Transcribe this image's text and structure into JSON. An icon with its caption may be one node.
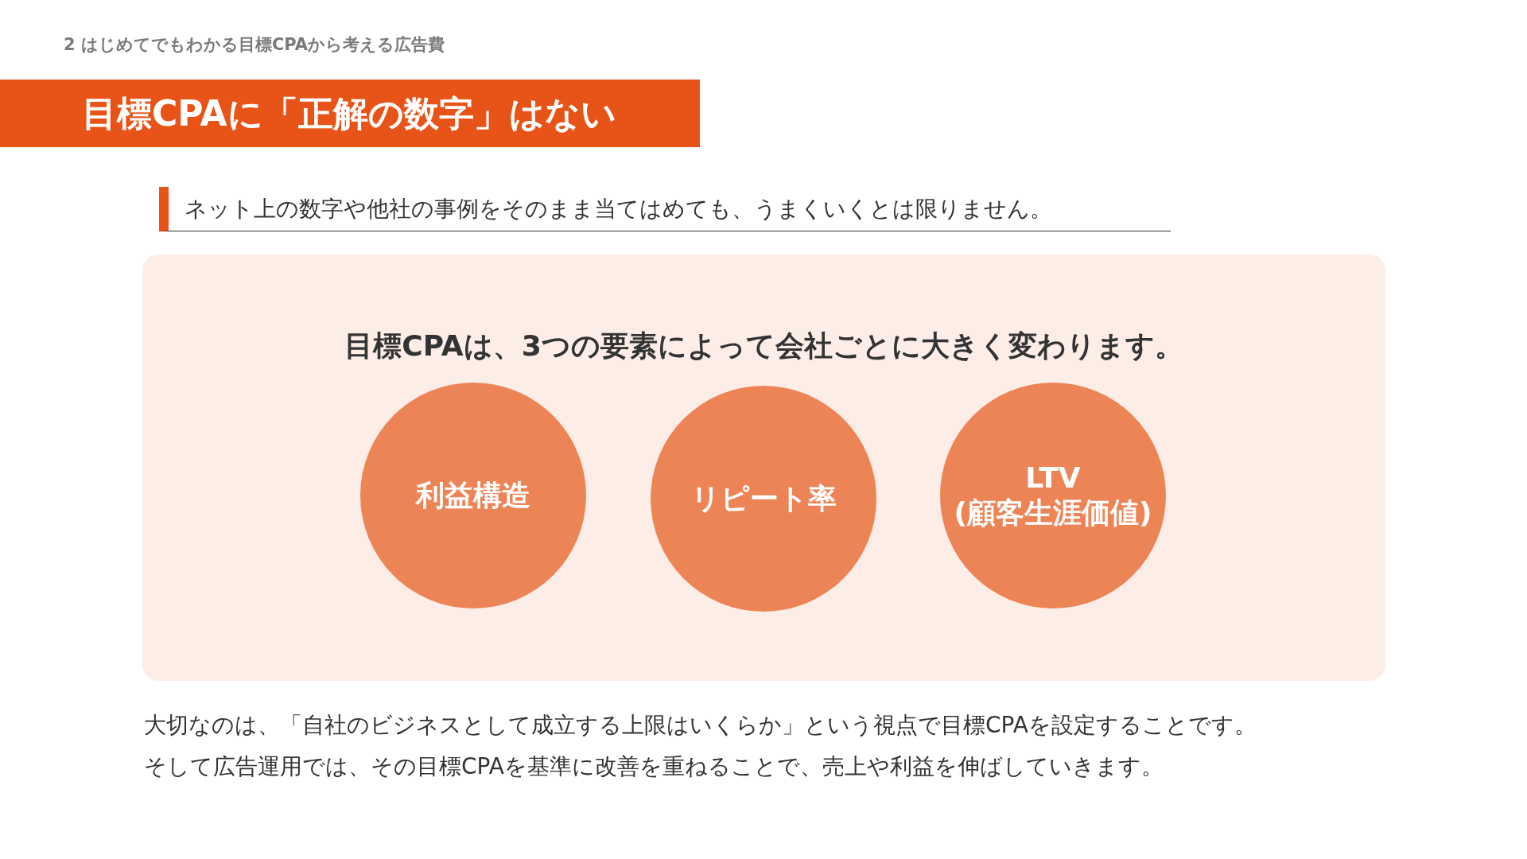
{
  "diagram": {
    "title": "目標CPAに「正解の数字」はない",
    "nodes": [
      {
        "text": [
          "目標CPAは、3つの要素によって会社ごとに大きく変わります。"
        ]
      },
      {
        "text": [
          "利益構造"
        ],
        "in": 0
      },
      {
        "text": [
          "リピート率"
        ],
        "in": 0
      },
      {
        "text": [
          "LTV (顧客生涯価値)"
        ],
        "in": 0
      }
    ],
    "labels": [
      "2 はじめてでもわかる目標CPAから考える広告費",
      "ネット上の数字や他社の事例をそのまま当てはめても、うまくいくとは限りません。",
      "大切なのは、「自社のビジネスとして成立する上限はいくらか」という視点で目標CPAを設定することです。",
      "そして広告運用では、その目標CPAを基準に改善を重ねることで、売上や利益を伸ばしていきます。"
    ]
  }
}
